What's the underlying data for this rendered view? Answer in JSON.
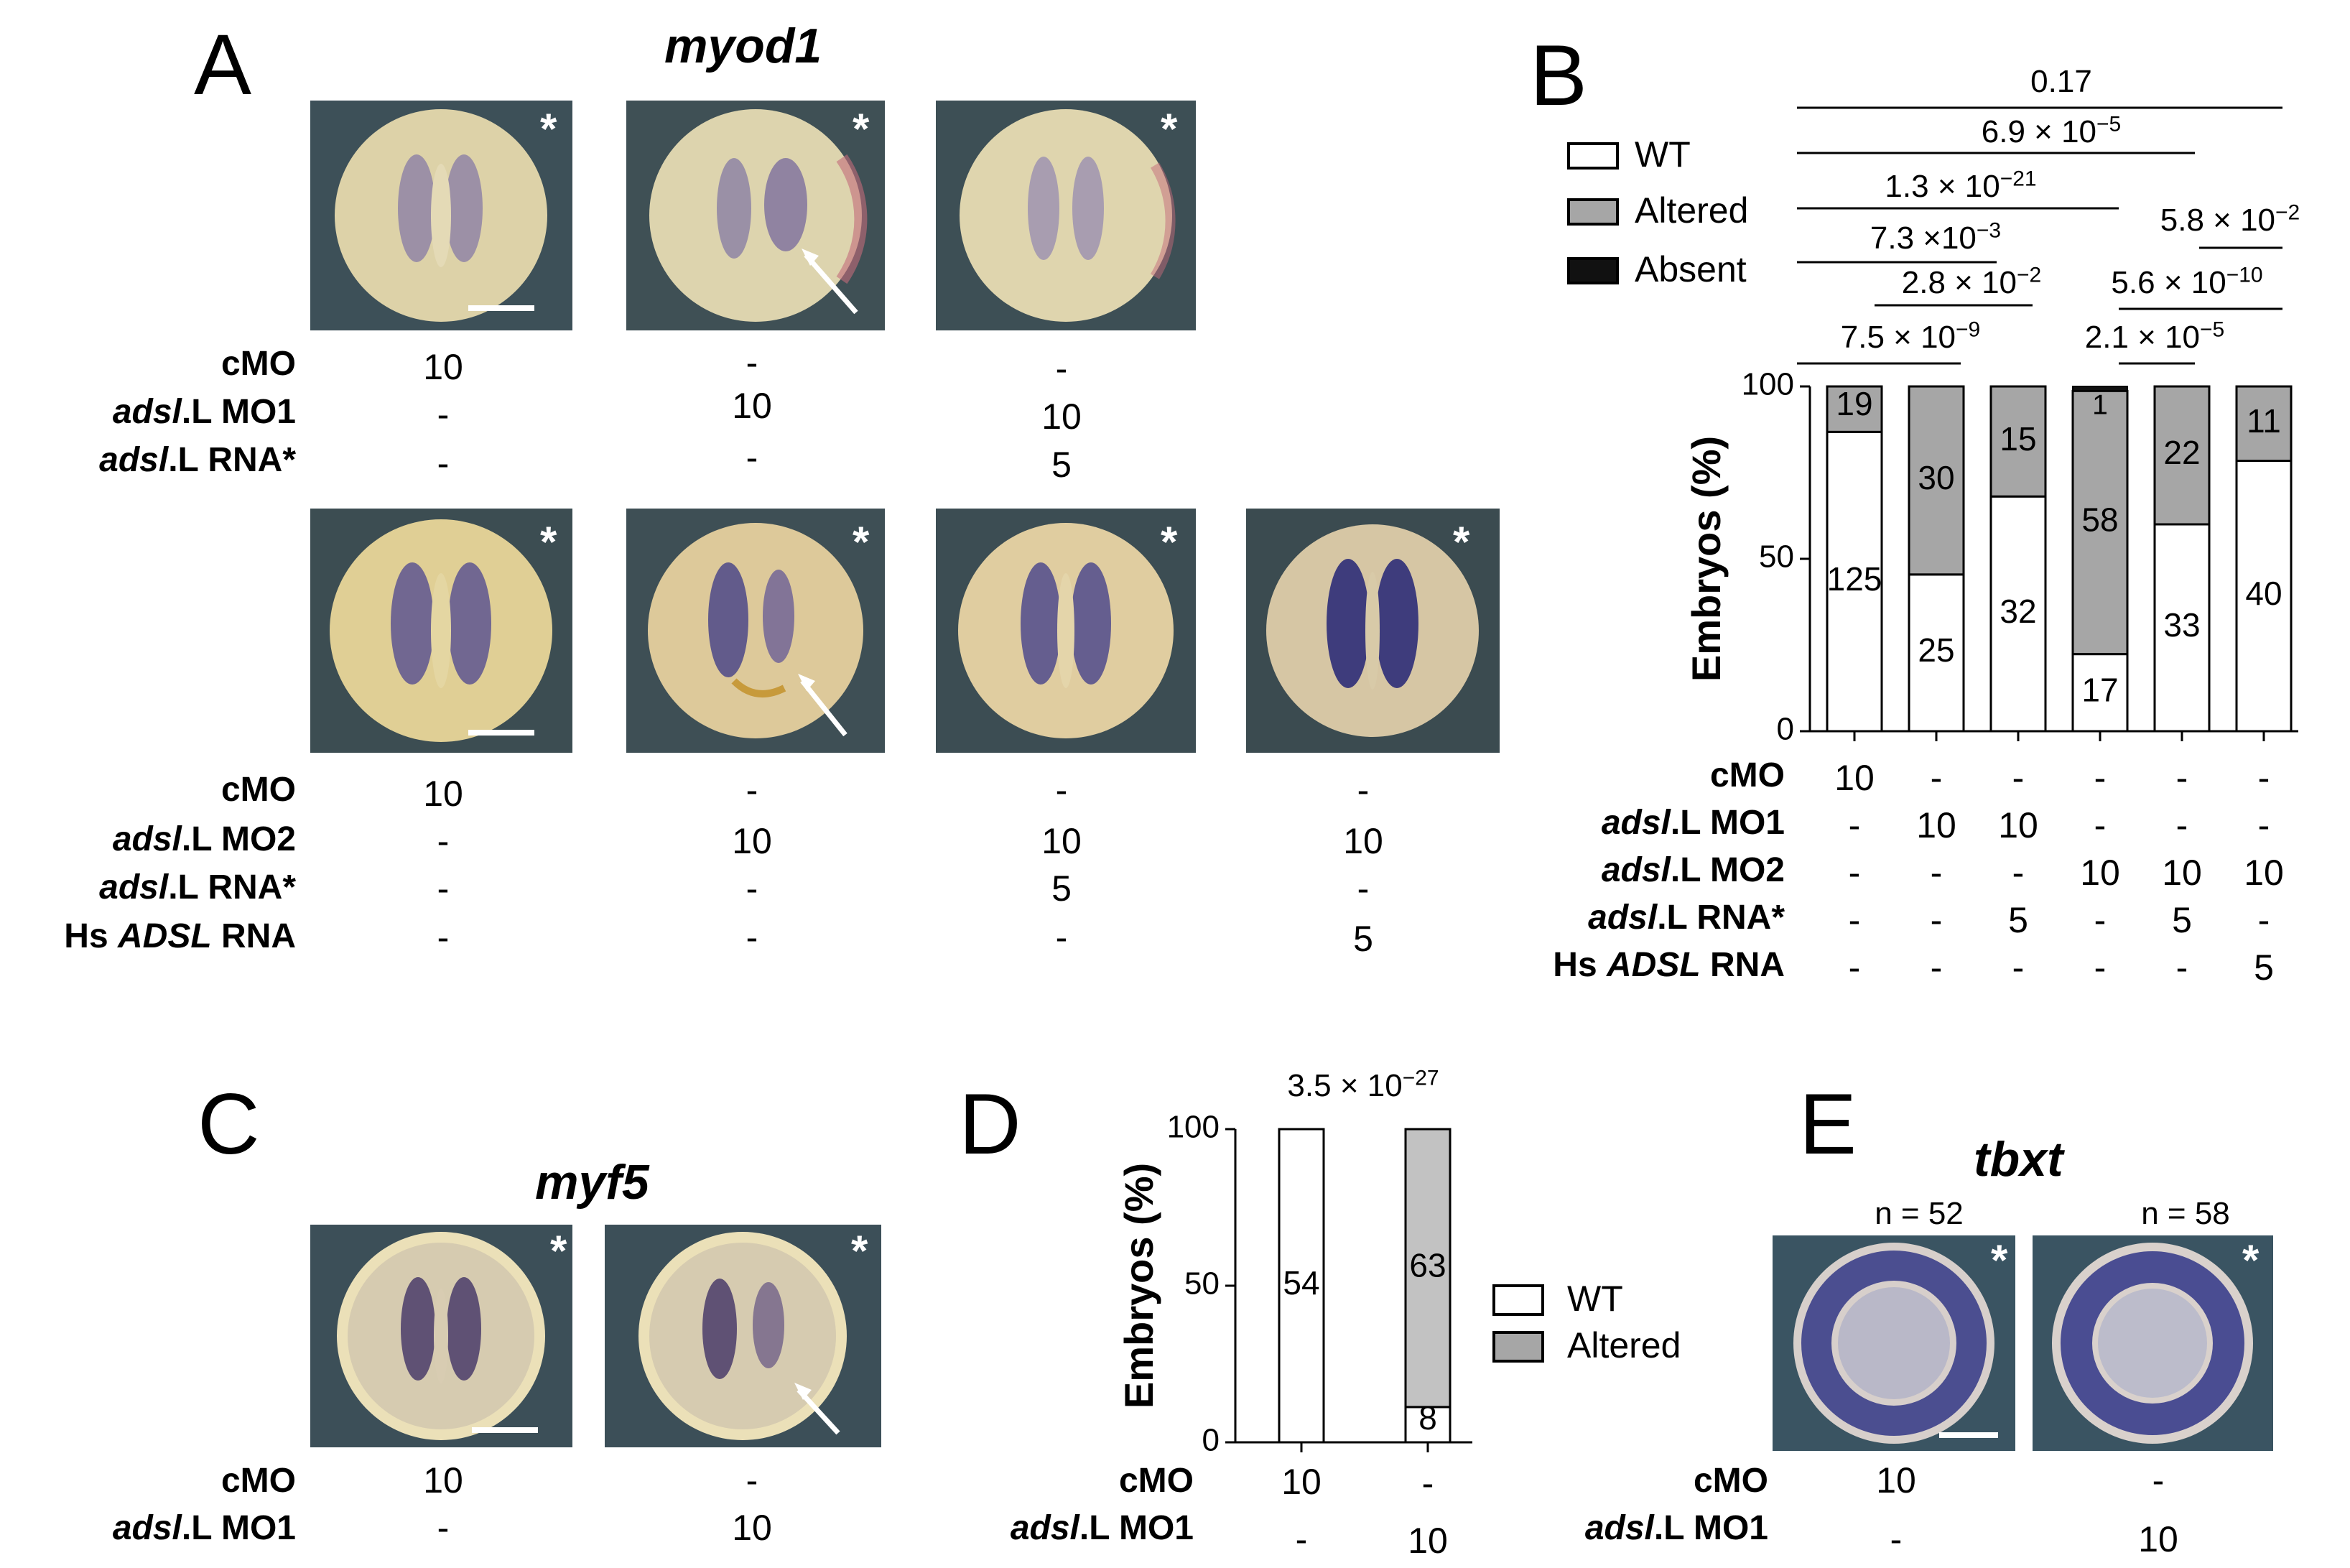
{
  "panels": {
    "A": {
      "letter": "A",
      "gene": "myod1",
      "top_rows": [
        {
          "label_prefix": "",
          "label_italic": "",
          "label_main": "cMO",
          "values": [
            "10",
            "-",
            "-"
          ]
        },
        {
          "label_prefix": "",
          "label_italic": "adsl",
          "label_main": ".L MO1",
          "values": [
            "-",
            "10",
            "10"
          ]
        },
        {
          "label_prefix": "",
          "label_italic": "adsl",
          "label_main": ".L RNA*",
          "values": [
            "-",
            "-",
            "5"
          ]
        }
      ],
      "bottom_rows": [
        {
          "label_prefix": "",
          "label_italic": "",
          "label_main": "cMO",
          "values": [
            "10",
            "-",
            "-",
            "-"
          ]
        },
        {
          "label_prefix": "",
          "label_italic": "adsl",
          "label_main": ".L MO2",
          "values": [
            "-",
            "10",
            "10",
            "10"
          ]
        },
        {
          "label_prefix": "",
          "label_italic": "adsl",
          "label_main": ".L RNA*",
          "values": [
            "-",
            "-",
            "5",
            "-"
          ]
        },
        {
          "label_prefix": "Hs ",
          "label_italic": "ADSL",
          "label_main": " RNA",
          "values": [
            "-",
            "-",
            "-",
            "5"
          ]
        }
      ],
      "asterisk": "*"
    },
    "B": {
      "letter": "B",
      "legend": [
        {
          "label": "WT",
          "color": "#ffffff"
        },
        {
          "label": "Altered",
          "color": "#a6a6a6"
        },
        {
          "label": "Absent",
          "color": "#111111"
        }
      ],
      "pvalues": [
        {
          "base": "0.17",
          "exp": ""
        },
        {
          "base": "6.9 × 10",
          "exp": "−5"
        },
        {
          "base": "1.3 × 10",
          "exp": "−21"
        },
        {
          "base": "5.8 × 10",
          "exp": "−2"
        },
        {
          "base": "7.3 ×10",
          "exp": "−3"
        },
        {
          "base": "2.8 × 10",
          "exp": "−2"
        },
        {
          "base": "5.6 × 10",
          "exp": "−10"
        },
        {
          "base": "7.5 × 10",
          "exp": "−9"
        },
        {
          "base": "2.1 × 10",
          "exp": "−5"
        }
      ],
      "rows": [
        {
          "label_prefix": "",
          "label_italic": "",
          "label_main": "cMO",
          "values": [
            "10",
            "-",
            "-",
            "-",
            "-",
            "-"
          ]
        },
        {
          "label_prefix": "",
          "label_italic": "adsl",
          "label_main": ".L MO1",
          "values": [
            "-",
            "10",
            "10",
            "-",
            "-",
            "-"
          ]
        },
        {
          "label_prefix": "",
          "label_italic": "adsl",
          "label_main": ".L MO2",
          "values": [
            "-",
            "-",
            "-",
            "10",
            "10",
            "10"
          ]
        },
        {
          "label_prefix": "",
          "label_italic": "adsl",
          "label_main": ".L RNA*",
          "values": [
            "-",
            "-",
            "5",
            "-",
            "5",
            "-"
          ]
        },
        {
          "label_prefix": "Hs ",
          "label_italic": "ADSL",
          "label_main": " RNA",
          "values": [
            "-",
            "-",
            "-",
            "-",
            "-",
            "5"
          ]
        }
      ]
    },
    "C": {
      "letter": "C",
      "gene": "myf5",
      "rows": [
        {
          "label_prefix": "",
          "label_italic": "",
          "label_main": "cMO",
          "values": [
            "10",
            "-"
          ]
        },
        {
          "label_prefix": "",
          "label_italic": "adsl",
          "label_main": ".L MO1",
          "values": [
            "-",
            "10"
          ]
        }
      ]
    },
    "D": {
      "letter": "D",
      "pvalue": {
        "base": "3.5 × 10",
        "exp": "−27"
      },
      "legend": [
        {
          "label": "WT",
          "color": "#ffffff"
        },
        {
          "label": "Altered",
          "color": "#a6a6a6"
        }
      ],
      "rows": [
        {
          "label_prefix": "",
          "label_italic": "",
          "label_main": "cMO",
          "values": [
            "10",
            "-"
          ]
        },
        {
          "label_prefix": "",
          "label_italic": "adsl",
          "label_main": ".L MO1",
          "values": [
            "-",
            "10"
          ]
        }
      ]
    },
    "E": {
      "letter": "E",
      "gene": "tbxt",
      "n_labels": [
        "n = 52",
        "n = 58"
      ],
      "rows": [
        {
          "label_prefix": "",
          "label_italic": "",
          "label_main": "cMO",
          "values": [
            "10",
            "-"
          ]
        },
        {
          "label_prefix": "",
          "label_italic": "adsl",
          "label_main": ".L MO1",
          "values": [
            "-",
            "10"
          ]
        }
      ]
    }
  },
  "chart_data": [
    {
      "type": "bar",
      "panel": "B",
      "stacked": true,
      "ylabel": "Embryos (%)",
      "ylim": [
        0,
        100
      ],
      "yticks": [
        0,
        50,
        100
      ],
      "bars": [
        {
          "wt": 125,
          "altered": 19,
          "absent": 0
        },
        {
          "wt": 25,
          "altered": 30,
          "absent": 0
        },
        {
          "wt": 32,
          "altered": 15,
          "absent": 0
        },
        {
          "wt": 17,
          "altered": 58,
          "absent": 1
        },
        {
          "wt": 33,
          "altered": 22,
          "absent": 0
        },
        {
          "wt": 40,
          "altered": 11,
          "absent": 0
        }
      ],
      "colors": {
        "wt": "#ffffff",
        "altered": "#a6a6a6",
        "absent": "#111111"
      }
    },
    {
      "type": "bar",
      "panel": "D",
      "stacked": true,
      "ylabel": "Embryos (%)",
      "ylim": [
        0,
        100
      ],
      "yticks": [
        0,
        50,
        100
      ],
      "bars": [
        {
          "wt": 54,
          "altered": 0
        },
        {
          "wt": 8,
          "altered": 63
        }
      ],
      "colors": {
        "wt": "#ffffff",
        "altered": "#c2c2c2"
      }
    }
  ]
}
